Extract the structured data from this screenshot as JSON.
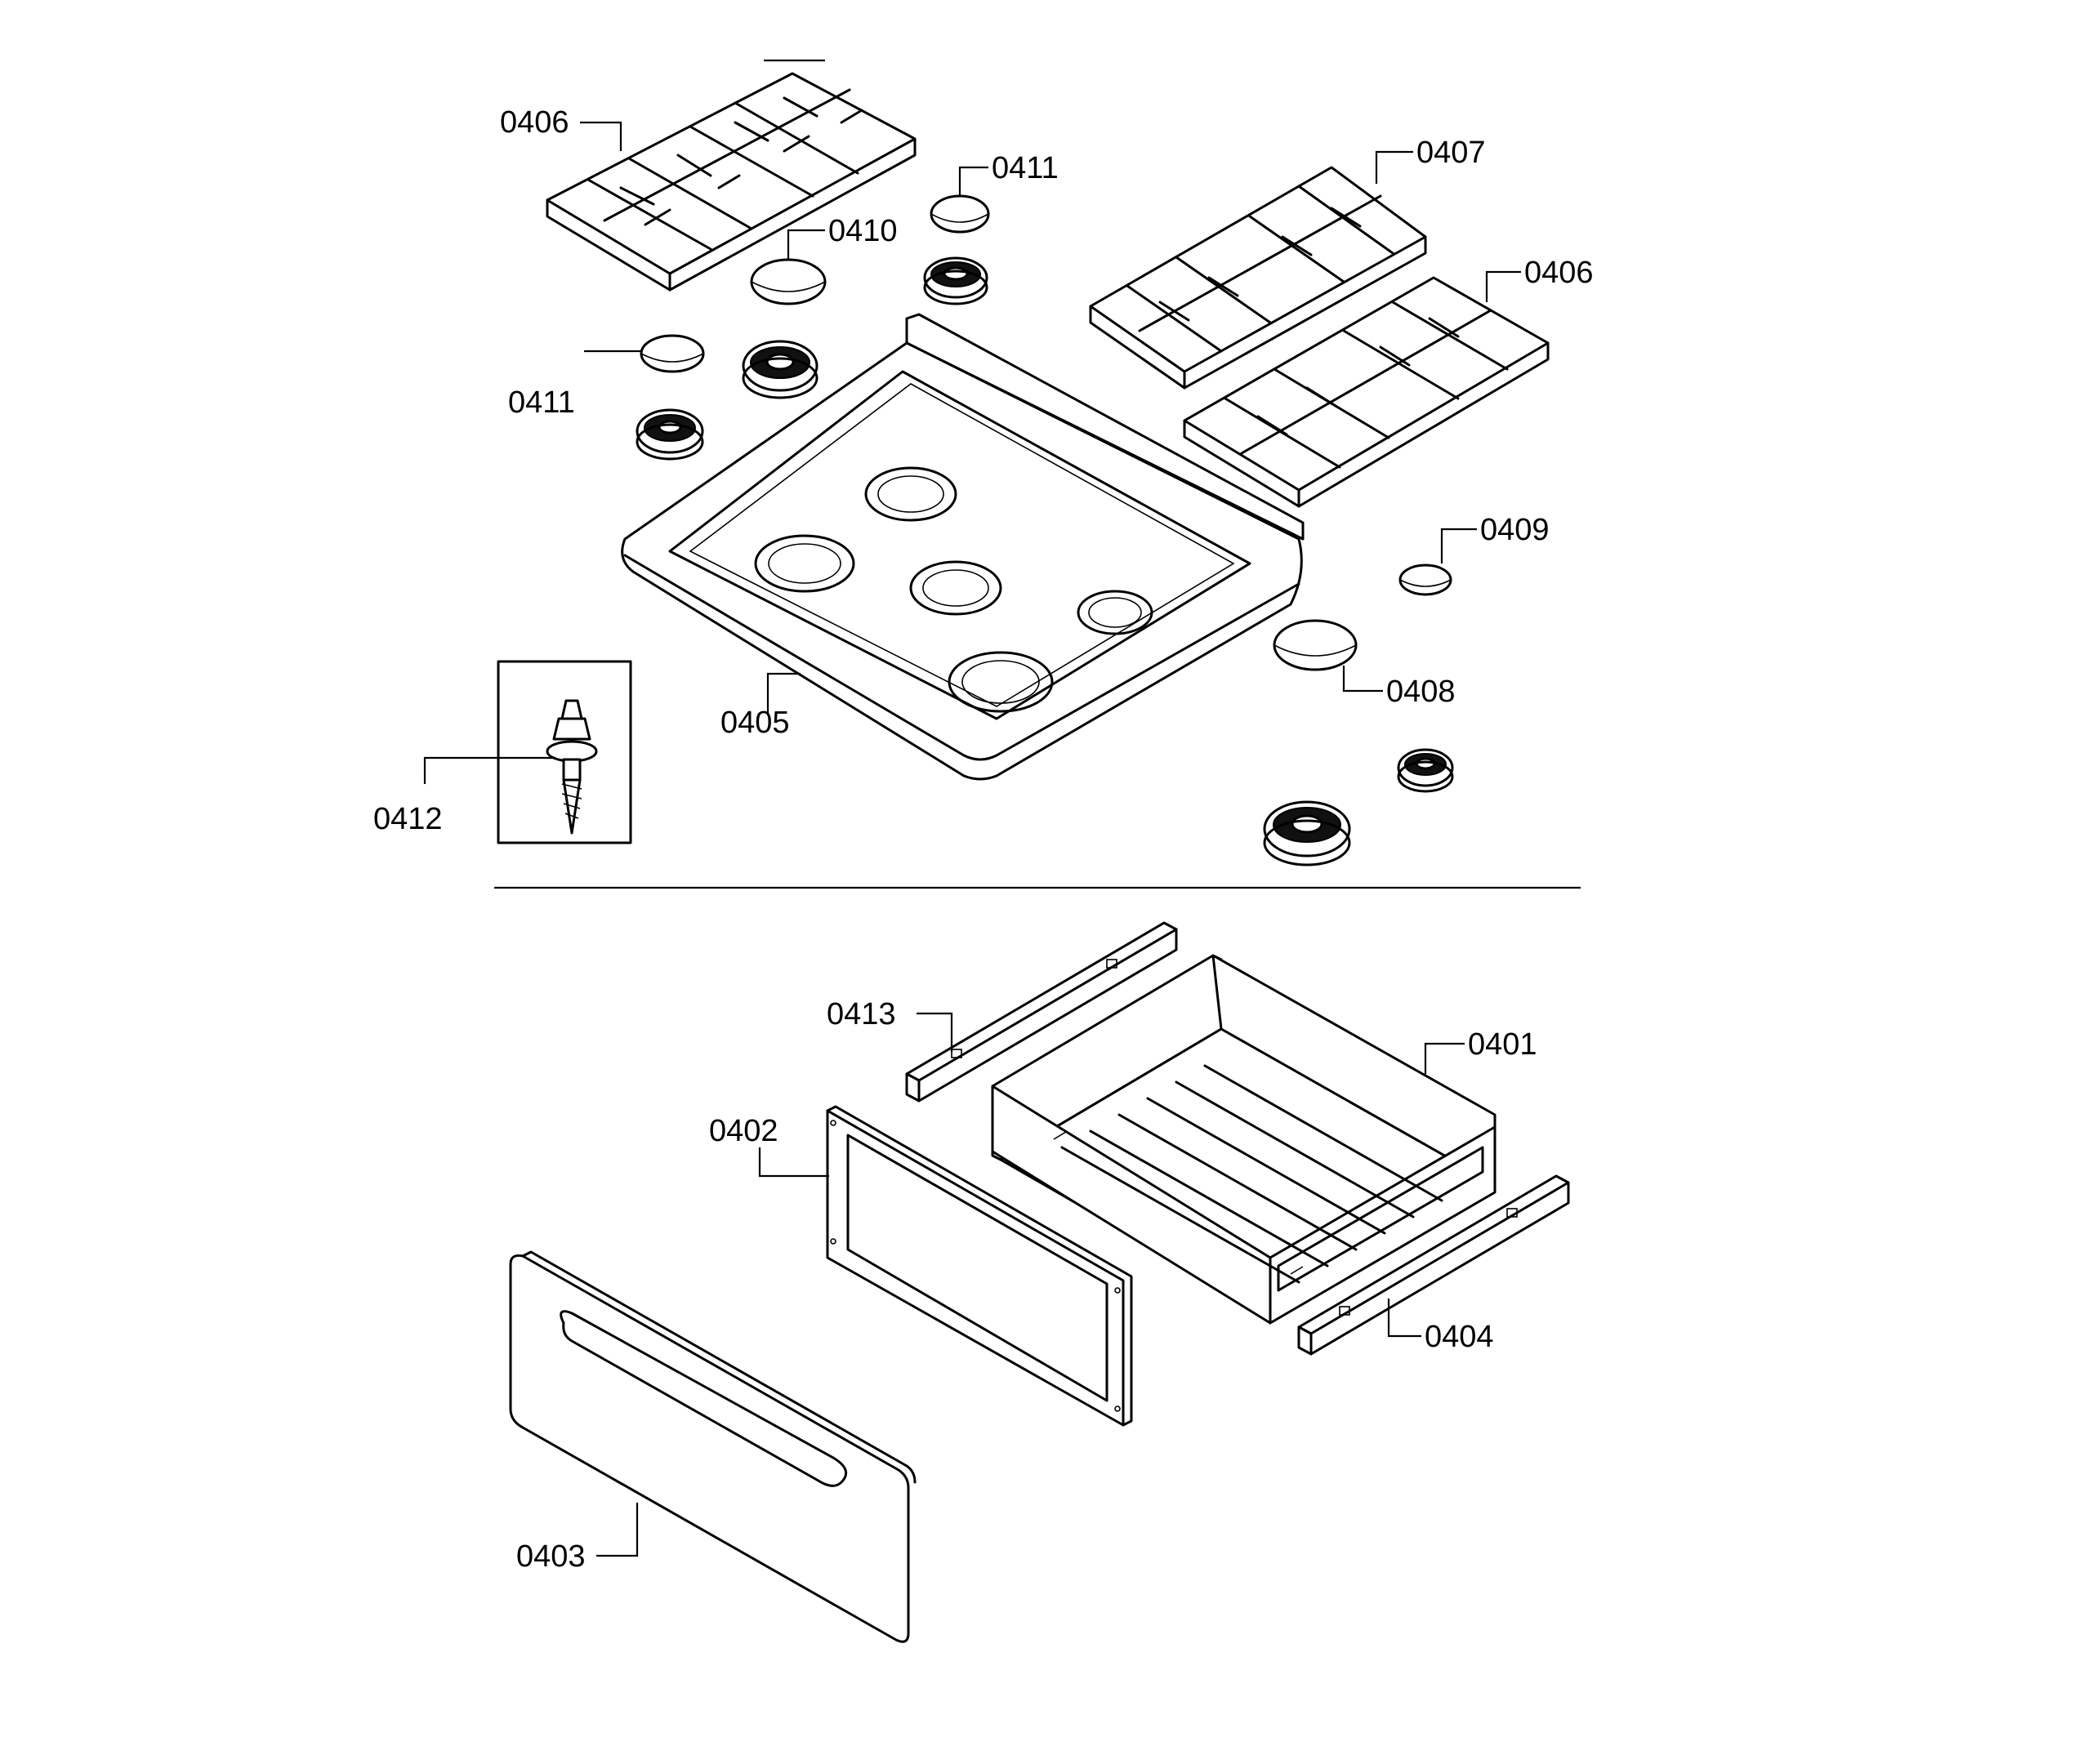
{
  "diagram": {
    "labels": {
      "p0406a": "0406",
      "p0411a": "0411",
      "p0410": "0410",
      "p0407": "0407",
      "p0406b": "0406",
      "p0411b": "0411",
      "p0409": "0409",
      "p0408": "0408",
      "p0405": "0405",
      "p0412": "0412",
      "p0413": "0413",
      "p0401": "0401",
      "p0402": "0402",
      "p0404": "0404",
      "p0403": "0403"
    }
  }
}
